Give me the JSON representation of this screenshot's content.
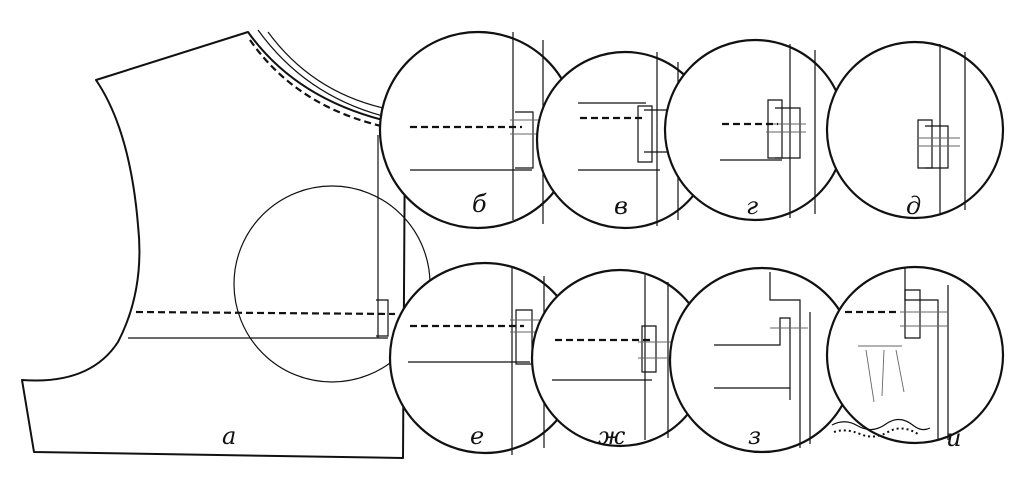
{
  "labels": {
    "a": "а",
    "b": "б",
    "v": "в",
    "g": "г",
    "d": "д",
    "e": "е",
    "zh": "ж",
    "z": "з",
    "i": "и"
  },
  "colors": {
    "line": "#111111",
    "background": "#ffffff"
  }
}
